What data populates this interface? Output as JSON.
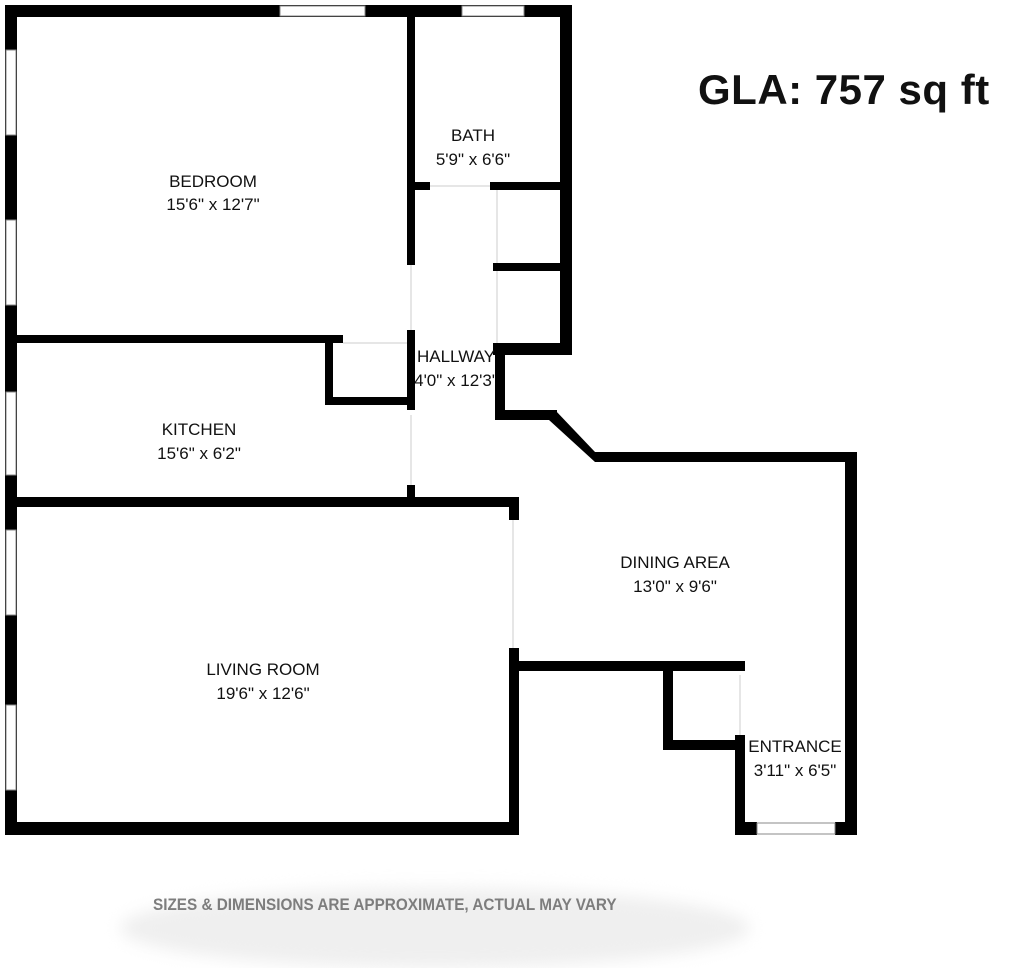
{
  "gla": "GLA: 757 sq ft",
  "disclaimer": "SIZES & DIMENSIONS ARE APPROXIMATE, ACTUAL MAY VARY",
  "rooms": [
    {
      "name": "BEDROOM",
      "size": "15'6\" x 12'7\""
    },
    {
      "name": "BATH",
      "size": "5'9\" x 6'6\""
    },
    {
      "name": "HALLWAY",
      "size": "4'0\" x 12'3\""
    },
    {
      "name": "KITCHEN",
      "size": "15'6\" x 6'2\""
    },
    {
      "name": "DINING AREA",
      "size": "13'0\" x 9'6\""
    },
    {
      "name": "LIVING ROOM",
      "size": "19'6\" x 12'6\""
    },
    {
      "name": "ENTRANCE",
      "size": "3'11\" x 6'5\""
    }
  ],
  "colors": {
    "wall": "#000000",
    "disclaimer": "#7d7d7d"
  }
}
